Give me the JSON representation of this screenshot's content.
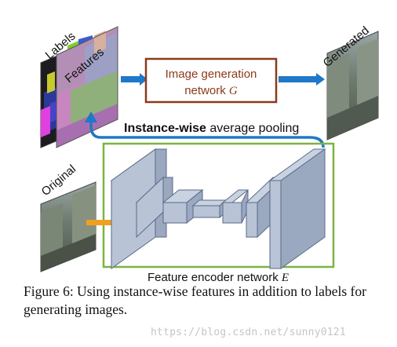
{
  "labels": {
    "labels_img": "Labels",
    "features_img": "Features",
    "generated_img": "Generated",
    "original_img": "Original",
    "generator_line1": "Image generation",
    "generator_line2": "network ",
    "generator_var": "G",
    "pooling_bold": "Instance-wise",
    "pooling_rest": " average pooling",
    "encoder_text": "Feature encoder network ",
    "encoder_var": "E"
  },
  "caption": {
    "text": "Figure 6: Using instance-wise features in addition to labels for generating images."
  },
  "watermark": "https://blog.csdn.net/sunny0121",
  "colors": {
    "generator_border": "#8b3a1a",
    "generator_text": "#8b3a1a",
    "encoder_border": "#7cb342",
    "arrow_blue": "#1f78c8",
    "arrow_orange": "#f0a020",
    "block_fill": "#b8c3d6",
    "block_stroke": "#5a6a8a"
  }
}
